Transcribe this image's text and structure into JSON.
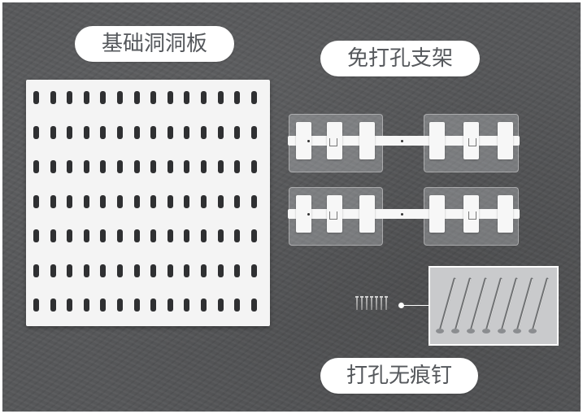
{
  "labels": {
    "pegboard": "基础洞洞板",
    "bracket": "免打孔支架",
    "nails": "打孔无痕钉"
  },
  "icons": {
    "pegboard": "pegboard-panel",
    "bracket": "adhesive-bracket",
    "nail": "nail"
  },
  "colors": {
    "background": "#555658",
    "pill": "#ffffff",
    "pill_text": "#55585c",
    "pegboard": "#f4f4f4",
    "slot": "#2f3032"
  },
  "pegboard": {
    "slot_columns": 14,
    "slot_rows": 7
  },
  "nails": {
    "count_small": 7,
    "count_inset": 7
  }
}
